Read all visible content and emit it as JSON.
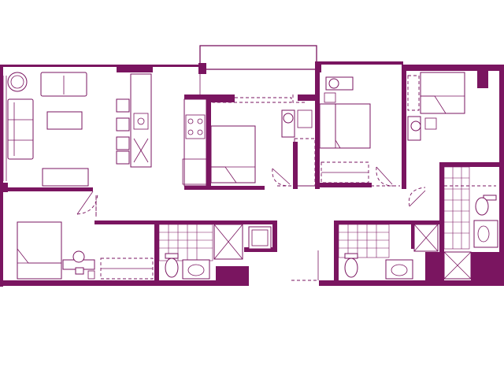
{
  "plan": {
    "wall_color": "#7a1560",
    "background": "#ffffff",
    "rooms": [
      {
        "id": "living-kitchen"
      },
      {
        "id": "bedroom-1"
      },
      {
        "id": "bedroom-2"
      },
      {
        "id": "bedroom-3"
      },
      {
        "id": "bedroom-4"
      },
      {
        "id": "bathroom-1"
      },
      {
        "id": "bathroom-2"
      },
      {
        "id": "bathroom-3"
      },
      {
        "id": "balcony"
      }
    ]
  }
}
